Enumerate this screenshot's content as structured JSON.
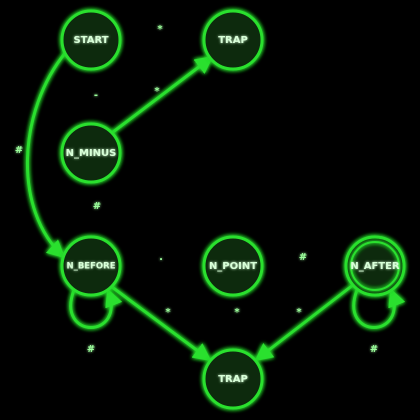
{
  "colors": {
    "background": "#000000",
    "accent": "#29e02e",
    "node_fill": "#0a2a0a"
  },
  "nodes": [
    {
      "id": "start",
      "label": "START"
    },
    {
      "id": "trap_top",
      "label": "TRAP"
    },
    {
      "id": "n_minus",
      "label": "N_MINUS"
    },
    {
      "id": "n_before",
      "label": "N_BEFORE"
    },
    {
      "id": "n_point",
      "label": "N_POINT"
    },
    {
      "id": "n_after",
      "label": "N_AFTER",
      "accepting": true
    },
    {
      "id": "trap_bottom",
      "label": "TRAP"
    }
  ],
  "edges": [
    {
      "id": "start_trap",
      "label": "*"
    },
    {
      "id": "start_minus",
      "label": "-"
    },
    {
      "id": "start_before",
      "label": "#"
    },
    {
      "id": "minus_trap",
      "label": "*"
    },
    {
      "id": "minus_before",
      "label": "#"
    },
    {
      "id": "before_point",
      "label": "."
    },
    {
      "id": "before_loop",
      "label": "#"
    },
    {
      "id": "point_after",
      "label": "#"
    },
    {
      "id": "point_trap",
      "label": "*"
    },
    {
      "id": "after_loop",
      "label": "#"
    },
    {
      "id": "before_trap",
      "label": "*"
    },
    {
      "id": "after_trap",
      "label": "*"
    }
  ]
}
